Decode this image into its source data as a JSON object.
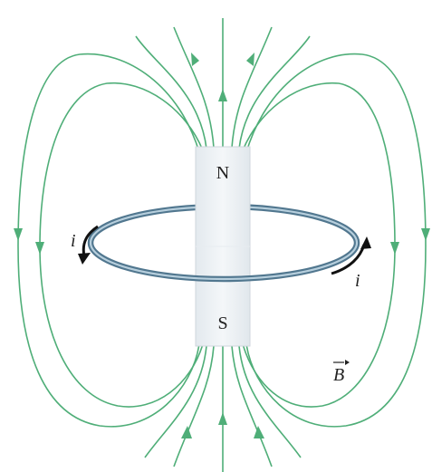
{
  "labels": {
    "north_pole": "N",
    "south_pole": "S",
    "current_left": "i",
    "current_right": "i",
    "field": "B"
  },
  "colors": {
    "field_line": "#4fae78",
    "loop": "#51778f",
    "magnet": "#eef2f5",
    "current_arrow": "#111111"
  }
}
